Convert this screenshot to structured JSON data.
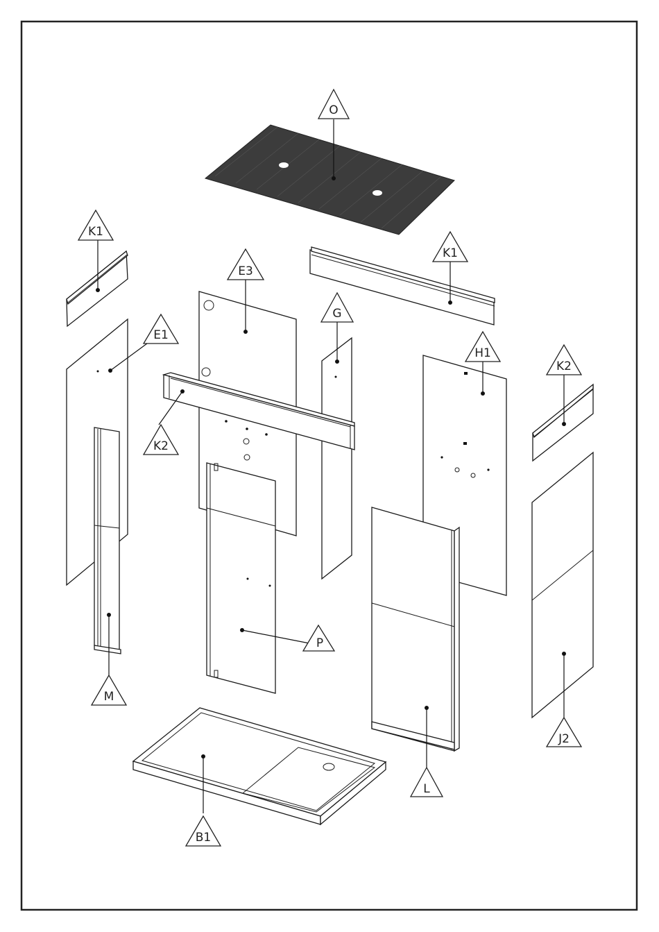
{
  "labels": {
    "O": "O",
    "K1_left": "K1",
    "K1_right": "K1",
    "E3": "E3",
    "G": "G",
    "E1": "E1",
    "H1": "H1",
    "K2_right": "K2",
    "K2_center": "K2",
    "M": "M",
    "P": "P",
    "J2": "J2",
    "L": "L",
    "B1": "B1"
  },
  "colors": {
    "line": "#1a1a1a",
    "roof": "#3c3c3c"
  }
}
